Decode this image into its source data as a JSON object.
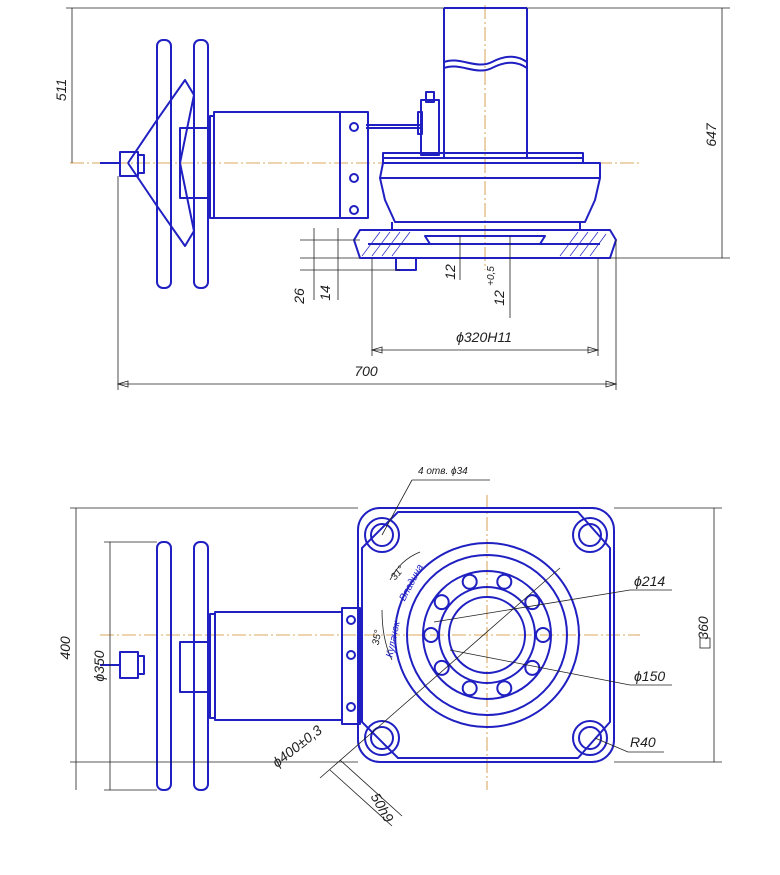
{
  "colors": {
    "part_outline": "#1f1fc2",
    "dimension_lines": "#202020",
    "center_lines": "#d08a2a",
    "background": "#ffffff"
  },
  "side_view": {
    "dimensions": {
      "height_top": "511",
      "height_total": "647",
      "flange_26": "26",
      "flange_14": "14",
      "spigot_12": "12",
      "spigot_12_tol_value": "12",
      "spigot_12_tol": "+0,5",
      "bore": "ϕ320H11",
      "overall_length": "700"
    }
  },
  "plan_view": {
    "dimensions": {
      "holes": "4 отв. ϕ34",
      "dia_214": "ϕ214",
      "dia_150": "ϕ150",
      "square_360": "360",
      "radius_40": "R40",
      "height_400": "400",
      "handwheel_dia": "ϕ350",
      "bolt_circle": "ϕ400±0,3",
      "shaft_fit": "50h9",
      "angle_31": "31°",
      "angle_35": "35°"
    },
    "labels": {
      "vpadina": "Впадина",
      "kulachok": "Кулачок"
    }
  }
}
